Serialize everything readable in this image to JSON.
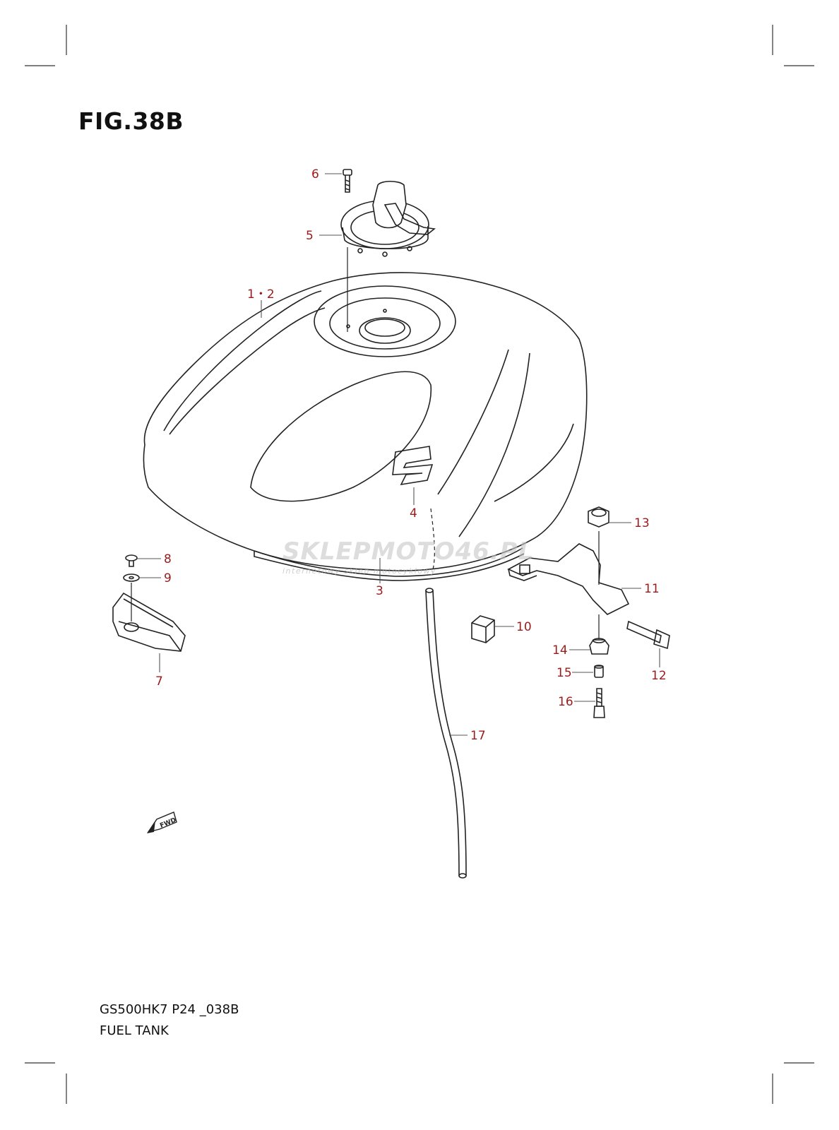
{
  "figure_title": "FIG.38B",
  "model_code": "GS500HK7 P24 _038B",
  "diagram_name": "FUEL TANK",
  "watermark": {
    "brand": "SKLEPMOTO46.PL",
    "tagline": "internetowy sklep motocyklowy"
  },
  "fwd_label": "FWD",
  "callouts": {
    "c1_2": "1・2",
    "c3": "3",
    "c4": "4",
    "c5": "5",
    "c6": "6",
    "c7": "7",
    "c8": "8",
    "c9": "9",
    "c10": "10",
    "c11": "11",
    "c12": "12",
    "c13": "13",
    "c14": "14",
    "c15": "15",
    "c16": "16",
    "c17": "17"
  },
  "colors": {
    "callout": "#9b1b1b",
    "watermark": "#c0c0c0",
    "watermark_accent": "#e04040"
  }
}
